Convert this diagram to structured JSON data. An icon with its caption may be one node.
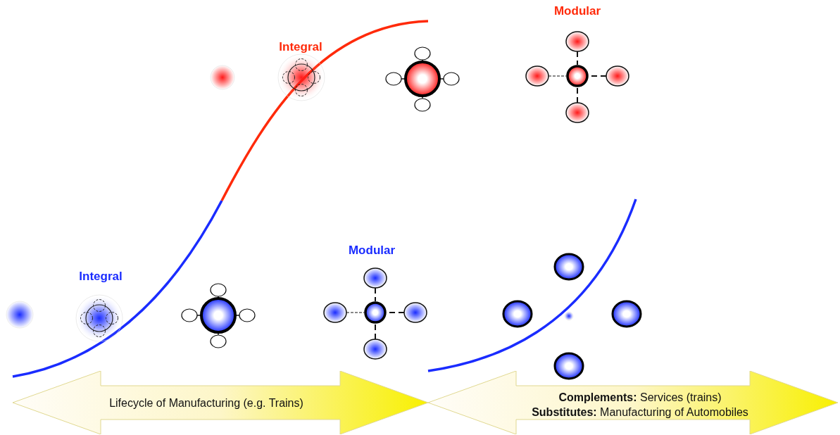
{
  "diagram": {
    "nodes": [
      {
        "text": [
          "Lifecycle of Manufacturing (e.g. Trains)"
        ]
      },
      {
        "text": [
          "**Complements:** Services (trains)",
          "**Substitutes:** Manufacturing of Automobiles"
        ]
      }
    ],
    "labels": [
      "Modular",
      "Integral",
      "Modular",
      "Integral"
    ]
  }
}
